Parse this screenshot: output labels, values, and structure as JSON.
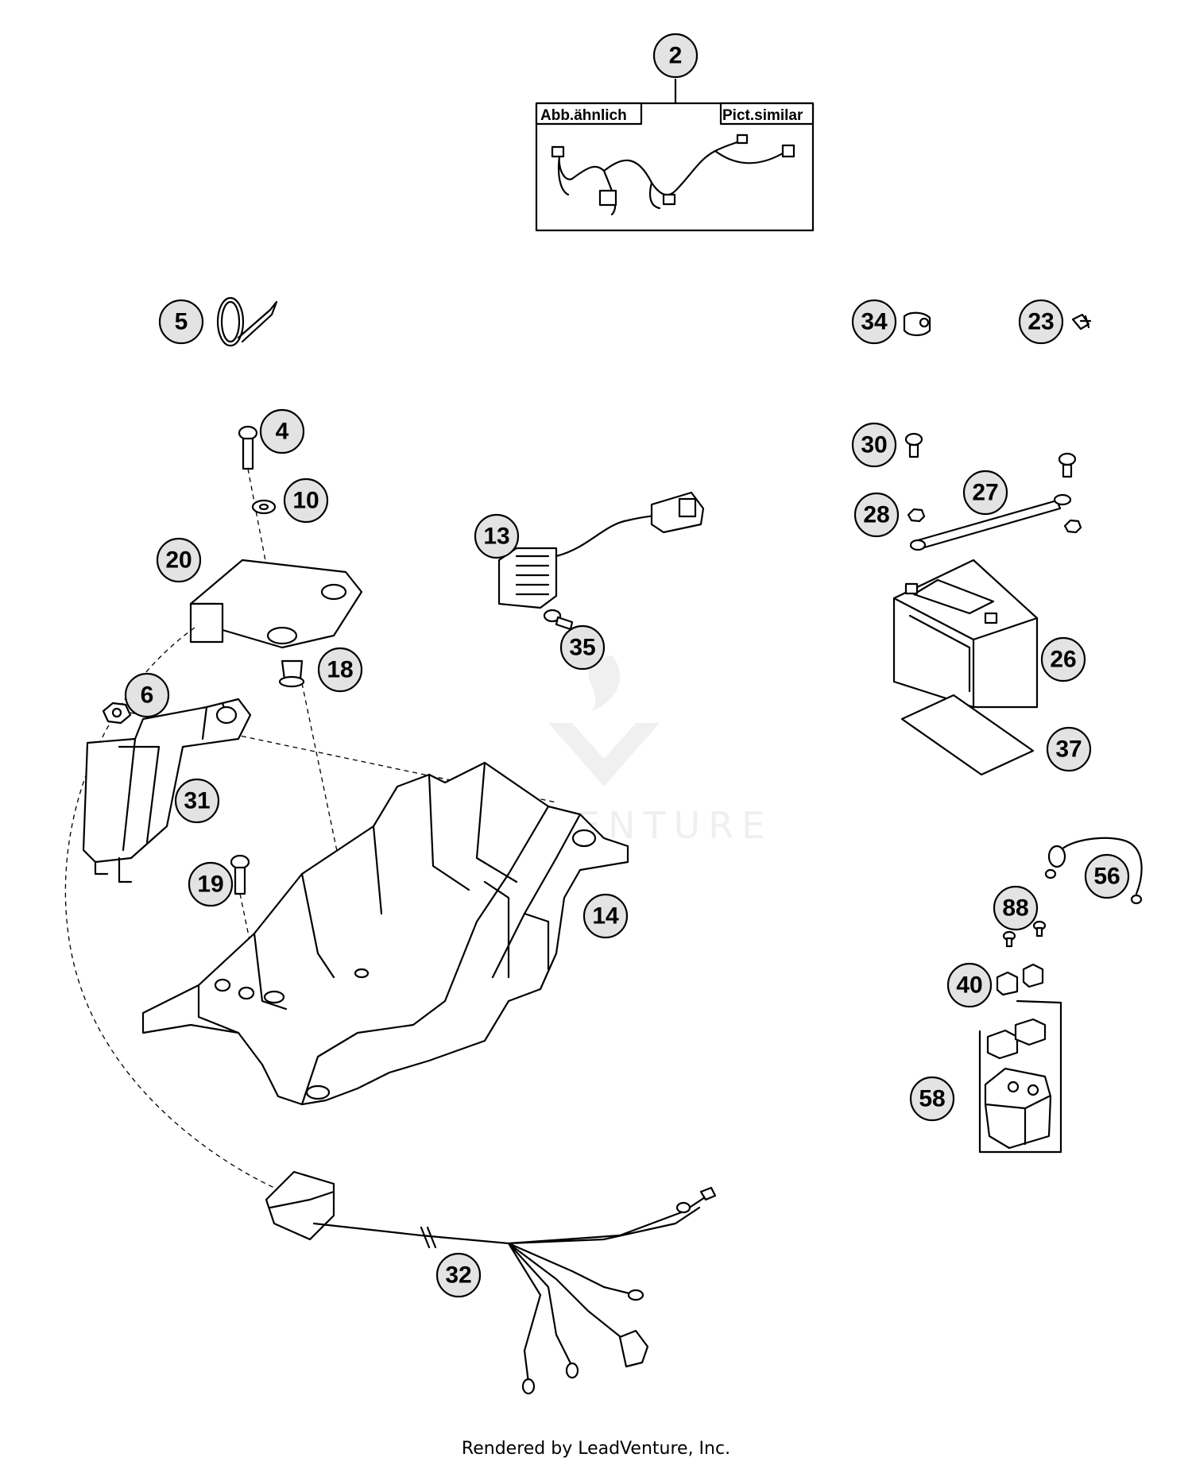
{
  "inset": {
    "left_label": "Abb.ähnlich",
    "right_label": "Pict.similar"
  },
  "callouts": [
    {
      "id": "c2",
      "label": "2"
    },
    {
      "id": "c5",
      "label": "5"
    },
    {
      "id": "c34",
      "label": "34"
    },
    {
      "id": "c23",
      "label": "23"
    },
    {
      "id": "c4",
      "label": "4"
    },
    {
      "id": "c10",
      "label": "10"
    },
    {
      "id": "c20",
      "label": "20"
    },
    {
      "id": "c13",
      "label": "13"
    },
    {
      "id": "c35",
      "label": "35"
    },
    {
      "id": "c18",
      "label": "18"
    },
    {
      "id": "c6",
      "label": "6"
    },
    {
      "id": "c31",
      "label": "31"
    },
    {
      "id": "c19",
      "label": "19"
    },
    {
      "id": "c14",
      "label": "14"
    },
    {
      "id": "c30",
      "label": "30"
    },
    {
      "id": "c27",
      "label": "27"
    },
    {
      "id": "c28",
      "label": "28"
    },
    {
      "id": "c26",
      "label": "26"
    },
    {
      "id": "c37",
      "label": "37"
    },
    {
      "id": "c56",
      "label": "56"
    },
    {
      "id": "c88",
      "label": "88"
    },
    {
      "id": "c40",
      "label": "40"
    },
    {
      "id": "c58",
      "label": "58"
    },
    {
      "id": "c32",
      "label": "32"
    }
  ],
  "watermark": "LEADVENTURE",
  "footer": "Rendered by LeadVenture, Inc."
}
